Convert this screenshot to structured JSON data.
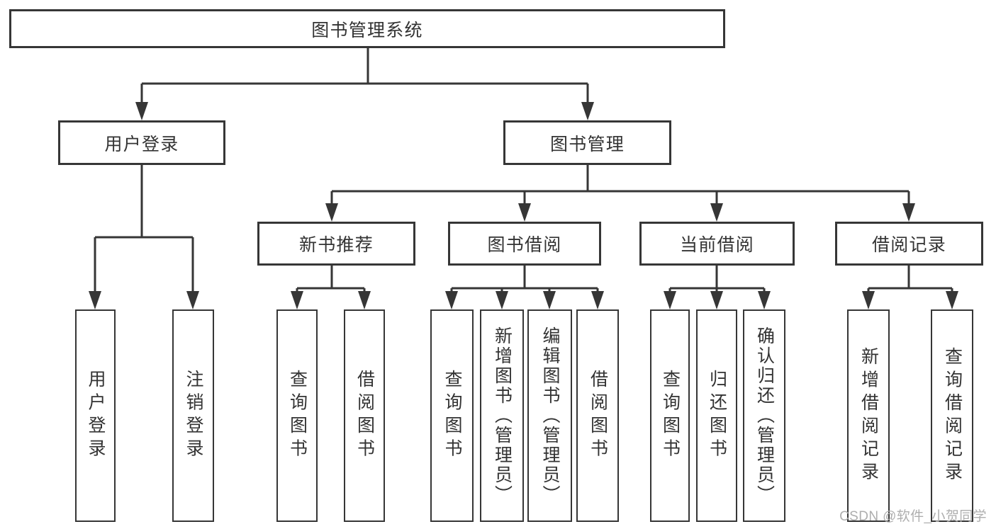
{
  "diagram": {
    "root": {
      "label": "图书管理系统"
    },
    "user_login": {
      "label": "用户登录",
      "children": [
        {
          "label": "用户登录"
        },
        {
          "label": "注销登录"
        }
      ]
    },
    "book_mgmt": {
      "label": "图书管理",
      "sections": [
        {
          "label": "新书推荐",
          "children": [
            {
              "label": "查询图书"
            },
            {
              "label": "借阅图书"
            }
          ]
        },
        {
          "label": "图书借阅",
          "children": [
            {
              "label": "查询图书"
            },
            {
              "label": "新增图书（管理员）"
            },
            {
              "label": "编辑图书（管理员）"
            },
            {
              "label": "借阅图书"
            }
          ]
        },
        {
          "label": "当前借阅",
          "children": [
            {
              "label": "查询图书"
            },
            {
              "label": "归还图书"
            },
            {
              "label": "确认归还（管理员）"
            }
          ]
        },
        {
          "label": "借阅记录",
          "children": [
            {
              "label": "新增借阅记录"
            },
            {
              "label": "查询借阅记录"
            }
          ]
        }
      ]
    }
  },
  "watermark": {
    "text": "CSDN @软件_小贺同学"
  },
  "colors": {
    "line": "#363636",
    "text": "#333333",
    "watermark_gray": "#aeaeae",
    "background": "#ffffff"
  }
}
